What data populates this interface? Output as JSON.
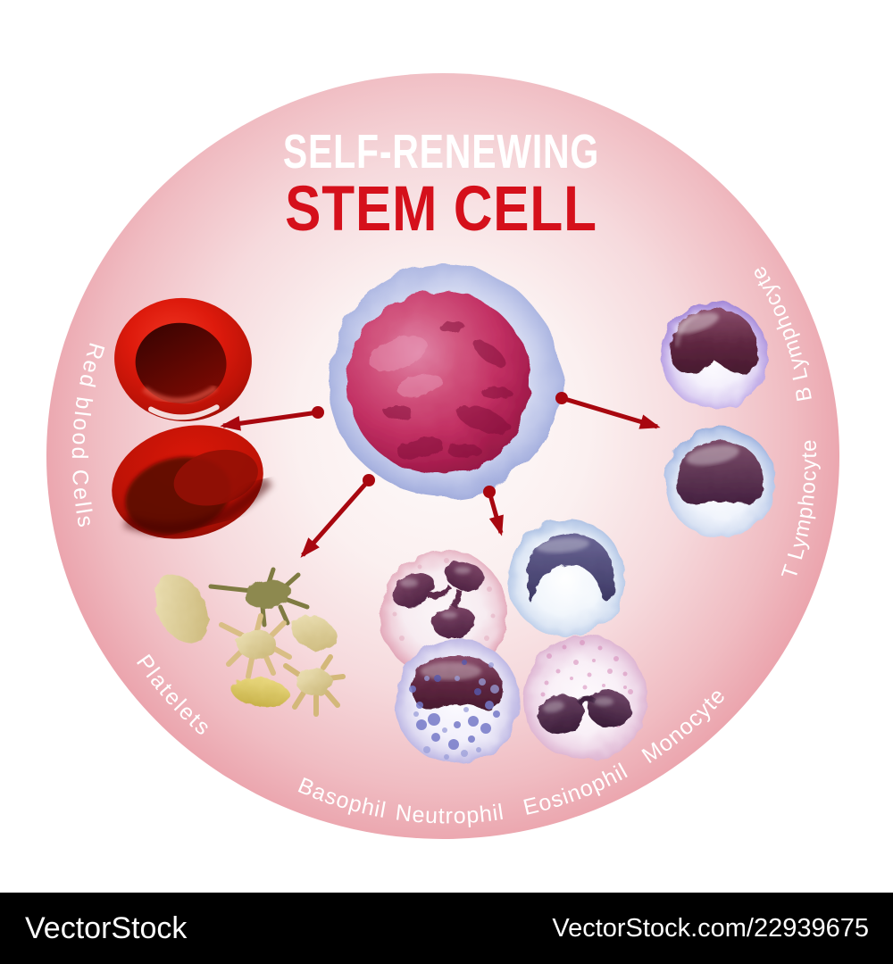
{
  "title": {
    "line1": "SELF-RENEWING",
    "line2": "STEM CELL"
  },
  "labels": {
    "red_blood_cells": "Red blood Cells",
    "platelets": "Platelets",
    "bottom": [
      {
        "text": "Basophil"
      },
      {
        "text": "Neutrophil"
      },
      {
        "text": "Eosinophil"
      },
      {
        "text": "Monocyte"
      }
    ],
    "right": [
      {
        "text": "T Lymphocyte"
      },
      {
        "text": "B Lymphocyte"
      }
    ]
  },
  "watermark": {
    "brand": "VectorStock",
    "image_ref": "VectorStock.com/22939675"
  },
  "colors": {
    "title_red": "#d5101b",
    "arrow_red": "#a8070f",
    "circle_edge_pink": "#dd6e7b",
    "label_white": "#ffffff"
  }
}
